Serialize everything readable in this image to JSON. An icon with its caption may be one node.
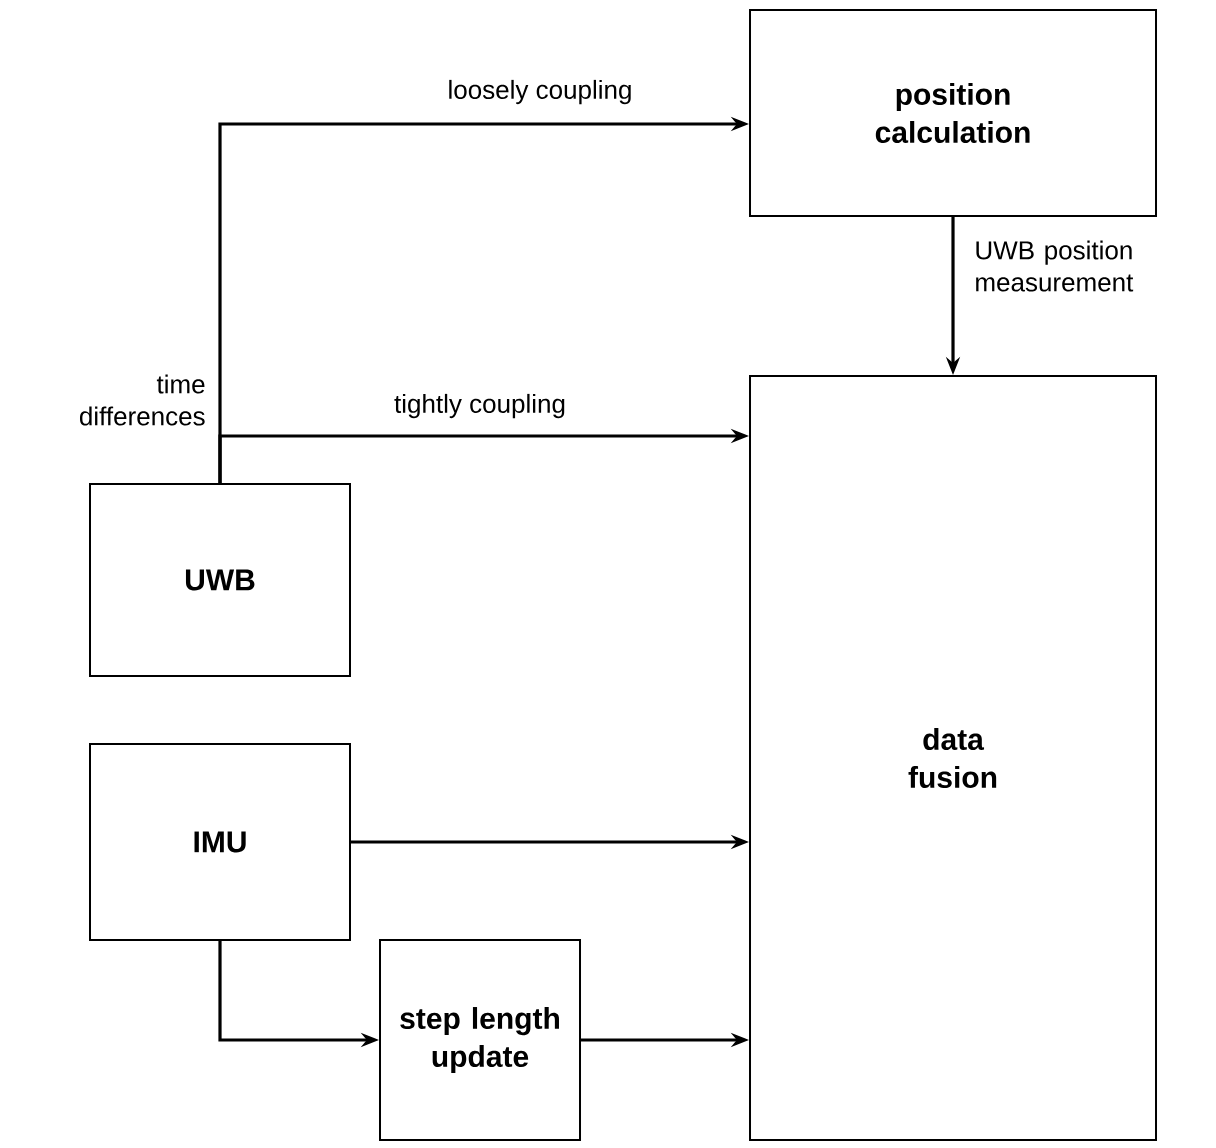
{
  "diagram": {
    "nodes": [
      {
        "text": [
          "position calculation"
        ]
      },
      {
        "text": [
          "data fusion"
        ]
      },
      {
        "text": [
          "UWB"
        ]
      },
      {
        "text": [
          "IMU"
        ]
      },
      {
        "text": [
          "step length update"
        ]
      }
    ],
    "edges": [
      {
        "from": 2,
        "to": 0,
        "arrow": "to",
        "label": "loosely coupling"
      },
      {
        "from": 2,
        "to": 1,
        "arrow": "to",
        "label": "tightly coupling"
      },
      {
        "from": 0,
        "to": 1,
        "arrow": "to",
        "label": "UWB position measurement"
      },
      {
        "from": 3,
        "to": 1,
        "arrow": "to"
      },
      {
        "from": 3,
        "to": 4,
        "arrow": "to"
      },
      {
        "from": 4,
        "to": 1,
        "arrow": "to"
      }
    ],
    "labels": [
      "time differences"
    ]
  }
}
